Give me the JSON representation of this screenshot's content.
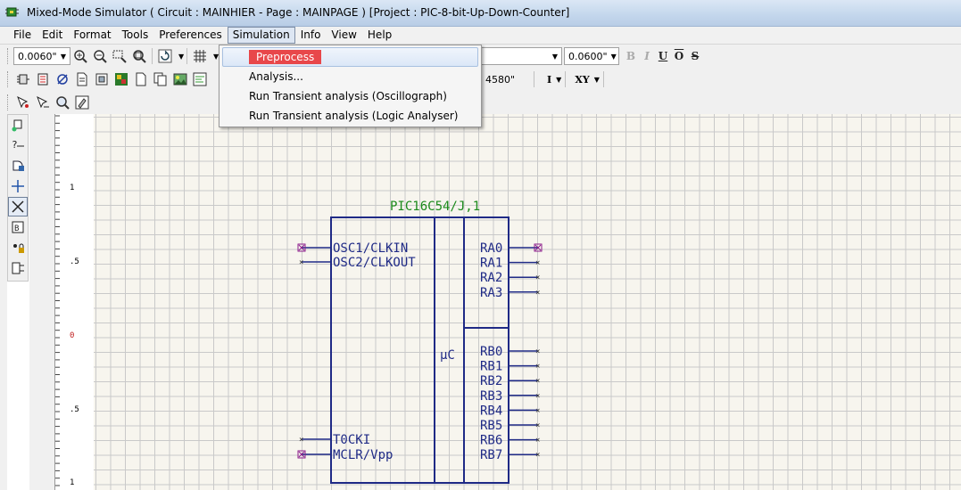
{
  "window": {
    "title": "Mixed-Mode Simulator ( Circuit : MAINHIER - Page : MAINPAGE ) [Project : PIC-8-bit-Up-Down-Counter]"
  },
  "menubar": {
    "items": [
      "File",
      "Edit",
      "Format",
      "Tools",
      "Preferences",
      "Simulation",
      "Info",
      "View",
      "Help"
    ],
    "open": "Simulation"
  },
  "simulation_menu": {
    "items": [
      "Preprocess",
      "Analysis...",
      "Run Transient analysis (Oscillograph)",
      "Run Transient analysis (Logic Analyser)"
    ],
    "highlighted": "Preprocess"
  },
  "toolbar": {
    "grid_size": "0.0060\"",
    "text_size": "0.0600\"",
    "coord_value": "4580\"",
    "format_buttons": [
      "B",
      "I",
      "U",
      "O",
      "S"
    ],
    "italic_dropdown": "I",
    "xy_dropdown": "XY"
  },
  "ruler": {
    "labels": [
      "1",
      ".5",
      "0",
      ".5",
      "1"
    ]
  },
  "schematic": {
    "part_name": "PIC16C54/J,1",
    "left_pins": [
      "OSC1/CLKIN",
      "OSC2/CLKOUT",
      "T0CKI",
      "MCLR/Vpp"
    ],
    "center_label": "µC",
    "port_a": [
      "RA0",
      "RA1",
      "RA2",
      "RA3"
    ],
    "port_b": [
      "RB0",
      "RB1",
      "RB2",
      "RB3",
      "RB4",
      "RB5",
      "RB6",
      "RB7"
    ]
  },
  "colors": {
    "component": "#1f2a86",
    "part_label": "#1b8a1b",
    "pin_marker": "#8b1a8b",
    "highlight": "#e8474a"
  }
}
